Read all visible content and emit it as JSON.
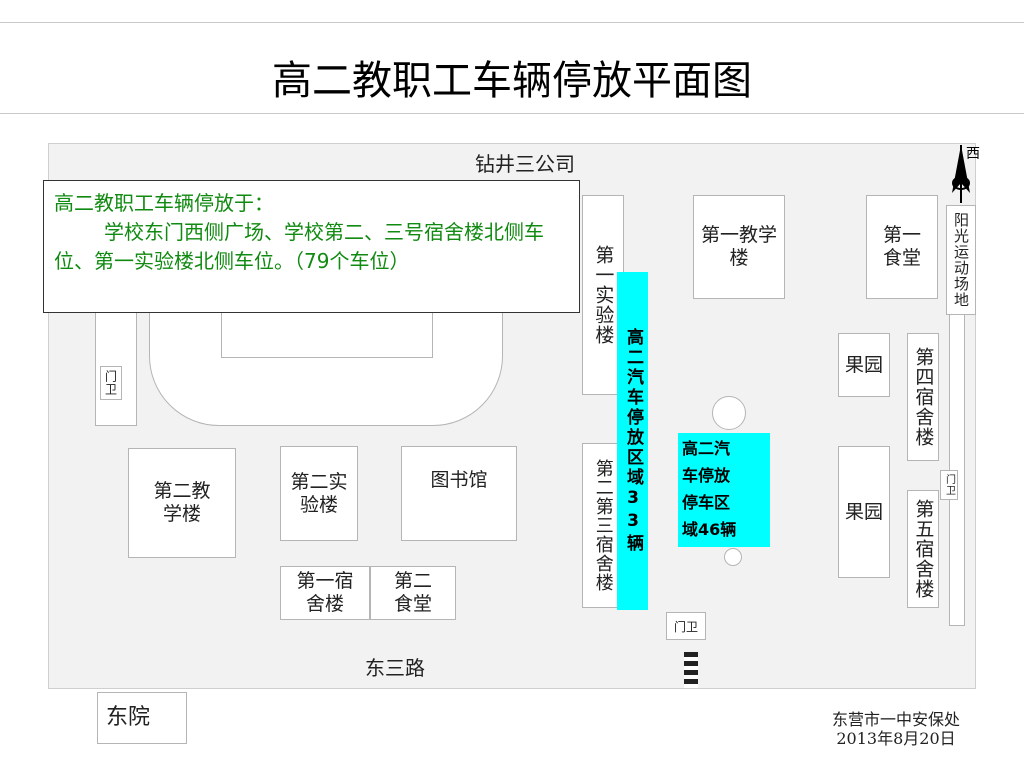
{
  "title": "高二教职工车辆停放平面图",
  "notice": {
    "heading": "高二教职工车辆停放于：",
    "body": "学校东门西侧广场、学校第二、三号宿舍楼北侧车位、第一实验楼北侧车位。（79个车位）"
  },
  "roads": {
    "north": "钻井三公司",
    "south": "东三路"
  },
  "buildings": {
    "lab1": "第一实验楼",
    "teach1": "第一教学楼",
    "canteen1": "第一食堂",
    "orchard1": "果园",
    "orchard2": "果园",
    "dorm4": "第四宿舍楼",
    "dorm5": "第五宿舍楼",
    "teach2": "第二教学楼",
    "lab2": "第二实验楼",
    "library": "图书馆",
    "dorm23": "第二第三宿舍楼",
    "dorm1": "第一宿舍楼",
    "canteen2": "第二食堂",
    "east_yard": "东院",
    "sports_field": "阳光运动场地"
  },
  "gates": {
    "west": "门卫",
    "east": "门卫",
    "south": "门卫"
  },
  "parking": {
    "strip_label": "高二汽车停放区域33辆",
    "square_label": "高二汽车停放停车区域46辆"
  },
  "compass": {
    "label": "西"
  },
  "footer": {
    "org": "东营市一中安保处",
    "date": "2013年8月20日"
  },
  "colors": {
    "parking": "#00ffff",
    "notice_text": "#118a11"
  }
}
